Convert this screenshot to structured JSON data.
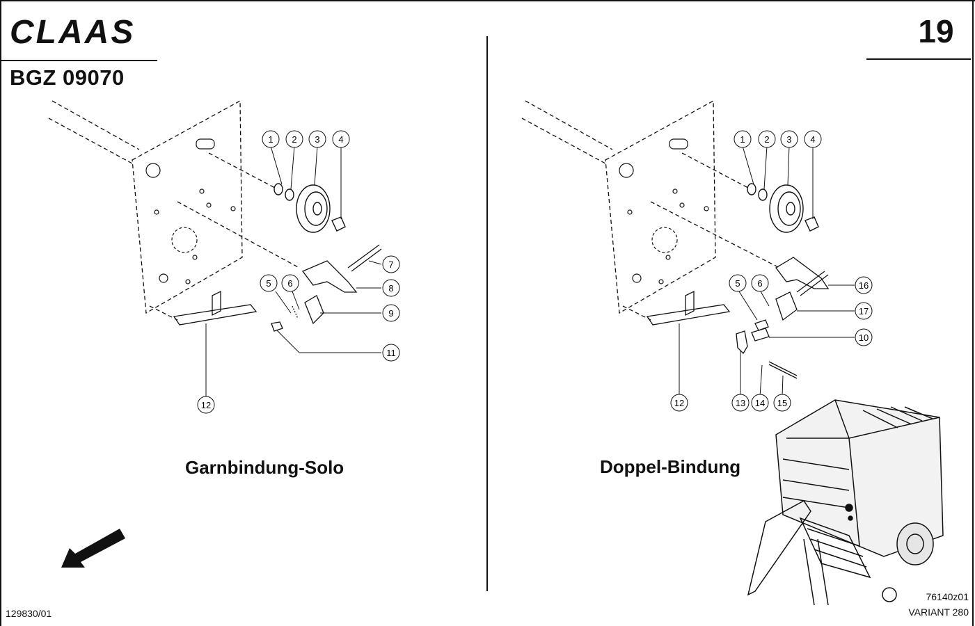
{
  "header": {
    "brand": "CLAAS",
    "document_code": "BGZ 09070",
    "page_number": "19"
  },
  "left_panel": {
    "caption": "Garnbindung-Solo",
    "part_callouts": [
      "1",
      "2",
      "3",
      "4",
      "5",
      "6",
      "7",
      "8",
      "9",
      "11",
      "12"
    ]
  },
  "right_panel": {
    "caption": "Doppel-Bindung",
    "part_callouts": [
      "1",
      "2",
      "3",
      "4",
      "5",
      "6",
      "16",
      "17",
      "10",
      "12",
      "13",
      "14",
      "15"
    ]
  },
  "footer": {
    "left_code": "129830/01",
    "drawing_code": "76140z01",
    "model": "VARIANT 280"
  },
  "colors": {
    "ink": "#111111",
    "paper": "#ffffff"
  },
  "icons": [
    "direction-arrow-icon",
    "baler-machine-icon"
  ]
}
